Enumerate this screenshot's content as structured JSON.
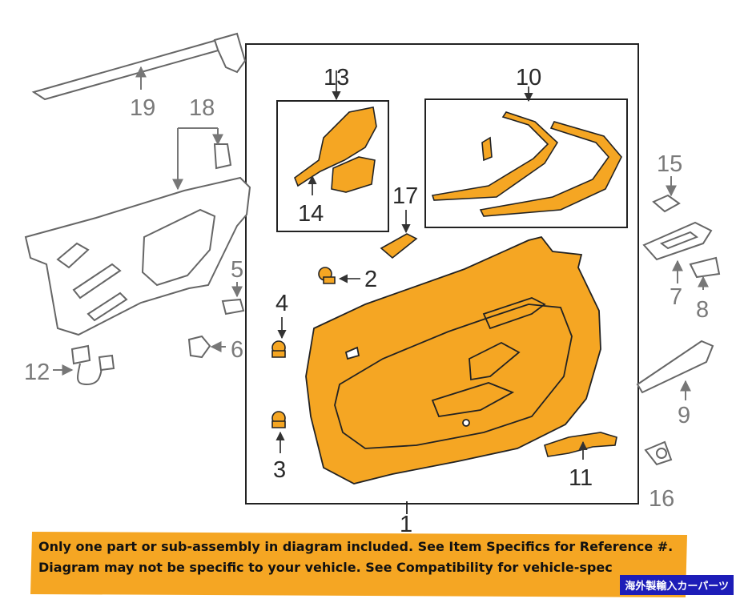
{
  "callouts": {
    "c1": "1",
    "c2": "2",
    "c3": "3",
    "c4": "4",
    "c5": "5",
    "c6": "6",
    "c7": "7",
    "c8": "8",
    "c9": "9",
    "c10": "10",
    "c11": "11",
    "c12": "12",
    "c13": "13",
    "c14": "14",
    "c15": "15",
    "c16": "16",
    "c17": "17",
    "c18": "18",
    "c19": "19"
  },
  "banner": {
    "line1": "Only one part or sub-assembly in diagram included. See Item Specifics for Reference #.",
    "line2": "Diagram may not be specific to your vehicle. See Compatibility for vehicle-spec",
    "color": "#f5a623"
  },
  "watermark": "海外製輸入カーパーツ",
  "colors": {
    "highlight": "#f5a623",
    "part_gray": "#7a7a7a",
    "line_dark": "#222222"
  }
}
